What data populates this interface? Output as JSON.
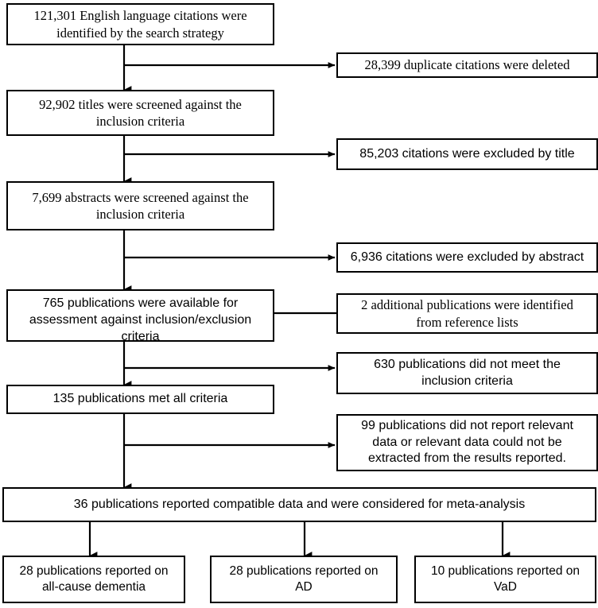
{
  "figure": {
    "type": "flow-diagram",
    "title": "Study selection flow diagram",
    "style": {
      "background": "#ffffff",
      "line_color": "#000000",
      "box_border_color": "#000000",
      "box_fill": "#ffffff"
    }
  },
  "nodes": {
    "identified": {
      "id": "identified",
      "text": "121,301 English language citations were identified by the search strategy",
      "lines": [
        "121,301 English language citations were",
        "identified by the search strategy"
      ]
    },
    "duplicates_removed": {
      "id": "duplicates_removed",
      "text": "28,399 duplicate citations were deleted",
      "lines": [
        "28,399 duplicate citations were deleted"
      ]
    },
    "titles_screened": {
      "id": "titles_screened",
      "text": "92,902 titles were screened against the inclusion criteria",
      "lines": [
        "92,902 titles were screened against the",
        "inclusion criteria"
      ]
    },
    "excluded_by_title": {
      "id": "excluded_by_title",
      "text": "85,203 citations were excluded by title",
      "lines": [
        "85,203 citations were excluded by title"
      ]
    },
    "abstracts_screened": {
      "id": "abstracts_screened",
      "text": "7,699 abstracts were screened against the inclusion criteria",
      "lines": [
        "7,699 abstracts were screened against the",
        "inclusion criteria"
      ]
    },
    "excluded_by_abstract": {
      "id": "excluded_by_abstract",
      "text": "6,936 citations were excluded by abstract",
      "lines": [
        "6,936 citations were excluded by abstract"
      ]
    },
    "available_for_assessment": {
      "id": "available_for_assessment",
      "text": "765 publications were available for assessment against inclusion/exclusion criteria",
      "lines": [
        "765 publications were available for",
        "assessment against inclusion/exclusion",
        "criteria"
      ]
    },
    "additional_from_refs": {
      "id": "additional_from_refs",
      "text": "2 additional publications were identified from reference lists",
      "lines": [
        "2 additional publications were identified",
        "from reference lists"
      ]
    },
    "did_not_meet_criteria": {
      "id": "did_not_meet_criteria",
      "text": "630 publications did not meet the inclusion criteria",
      "lines": [
        "630 publications did not meet the",
        "inclusion criteria"
      ]
    },
    "met_all_criteria": {
      "id": "met_all_criteria",
      "text": "135 publications met all criteria",
      "lines": [
        "135 publications met all criteria"
      ]
    },
    "no_relevant_data": {
      "id": "no_relevant_data",
      "text": "99 publications did not report relevant data or relevant data could not be extracted from the results reported.",
      "lines": [
        "99 publications did not report relevant",
        "data or relevant data could not be",
        "extracted from the results reported."
      ]
    },
    "meta_analysis": {
      "id": "meta_analysis",
      "text": "36 publications reported compatible data and were considered for meta-analysis",
      "lines": [
        "36 publications reported compatible data and were considered for meta-analysis"
      ]
    },
    "outcome_all_cause": {
      "id": "outcome_all_cause",
      "text": "28 publications reported on all-cause dementia",
      "lines": [
        "28 publications reported on",
        "all-cause dementia"
      ]
    },
    "outcome_ad": {
      "id": "outcome_ad",
      "text": "28 publications reported on AD",
      "lines": [
        "28 publications reported on",
        "AD"
      ]
    },
    "outcome_vad": {
      "id": "outcome_vad",
      "text": "10 publications reported on VaD",
      "lines": [
        "10 publications reported on",
        "VaD"
      ]
    }
  },
  "counts": {
    "identified": 121301,
    "duplicates_removed": 28399,
    "titles_screened": 92902,
    "excluded_by_title": 85203,
    "abstracts_screened": 7699,
    "excluded_by_abstract": 6936,
    "available_for_assessment": 765,
    "additional_from_refs": 2,
    "did_not_meet_criteria": 630,
    "met_all_criteria": 135,
    "no_relevant_data": 99,
    "meta_analysis": 36,
    "outcome_all_cause": 28,
    "outcome_ad": 28,
    "outcome_vad": 10
  },
  "edges": [
    {
      "from": "identified",
      "to": "titles_screened",
      "kind": "down-arrow"
    },
    {
      "from": "identified",
      "to": "duplicates_removed",
      "kind": "right-arrow"
    },
    {
      "from": "titles_screened",
      "to": "abstracts_screened",
      "kind": "down-arrow"
    },
    {
      "from": "titles_screened",
      "to": "excluded_by_title",
      "kind": "right-arrow"
    },
    {
      "from": "abstracts_screened",
      "to": "available_for_assessment",
      "kind": "down-arrow"
    },
    {
      "from": "abstracts_screened",
      "to": "excluded_by_abstract",
      "kind": "right-arrow"
    },
    {
      "from": "additional_from_refs",
      "to": "available_for_assessment",
      "kind": "left-arrow"
    },
    {
      "from": "available_for_assessment",
      "to": "met_all_criteria",
      "kind": "down-arrow"
    },
    {
      "from": "available_for_assessment",
      "to": "did_not_meet_criteria",
      "kind": "right-arrow"
    },
    {
      "from": "met_all_criteria",
      "to": "meta_analysis",
      "kind": "down-arrow"
    },
    {
      "from": "met_all_criteria",
      "to": "no_relevant_data",
      "kind": "right-arrow"
    },
    {
      "from": "meta_analysis",
      "to": "outcome_all_cause",
      "kind": "down-arrow"
    },
    {
      "from": "meta_analysis",
      "to": "outcome_ad",
      "kind": "down-arrow"
    },
    {
      "from": "meta_analysis",
      "to": "outcome_vad",
      "kind": "down-arrow"
    }
  ]
}
